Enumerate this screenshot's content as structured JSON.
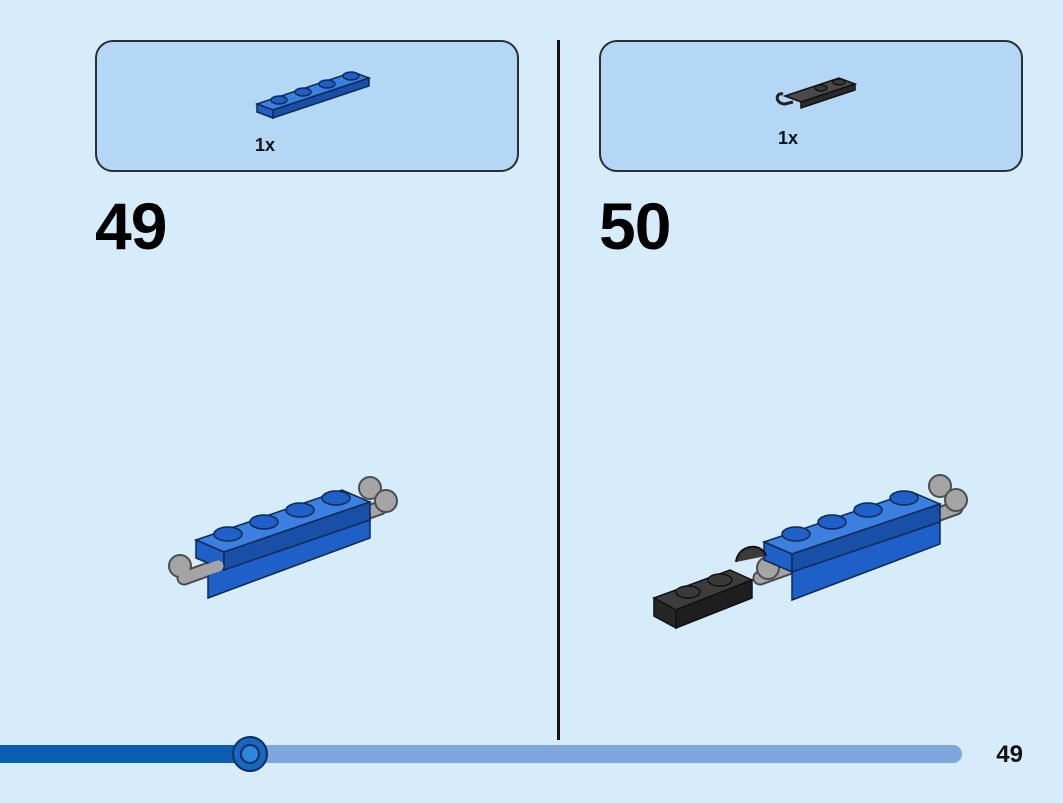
{
  "steps": [
    {
      "number": "49",
      "part_qty": "1x",
      "part": "blue-1x4-plate-icon"
    },
    {
      "number": "50",
      "part_qty": "1x",
      "part": "black-clip-plate-icon"
    }
  ],
  "page": {
    "number": "49"
  },
  "progress": {
    "fraction": 0.26
  },
  "colors": {
    "background": "#d6ecfb",
    "parts_box": "#b3d7f4",
    "brick_blue": "#1f5fc8",
    "brick_black": "#2f2f2f",
    "handle_grey": "#a4a4a4",
    "progress_fill": "#0b5fb0",
    "progress_track": "#7fa6dc"
  }
}
